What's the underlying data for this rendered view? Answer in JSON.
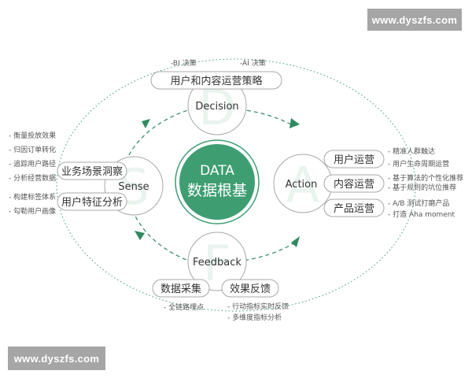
{
  "colors": {
    "green": "#3e9e72",
    "green_dark": "#2f8a60",
    "letter_fill": "#e9f4ee",
    "gray_line": "#a8a8a8",
    "text": "#333333"
  },
  "watermark": {
    "top": "www.dyszfs.com",
    "bottom": "www.dyszfs.com"
  },
  "center": {
    "line1": "DATA",
    "line2": "数据根基"
  },
  "decision": {
    "hub": "Decision",
    "letter": "D",
    "top_labels": [
      "-BI 决策",
      "-AI 决策"
    ],
    "box": "用户和内容运营策略"
  },
  "action": {
    "hub": "Action",
    "letter": "A",
    "boxes": [
      {
        "label": "用户运营",
        "notes": [
          "- 精准人群触达",
          "- 用户生命周期运营"
        ]
      },
      {
        "label": "内容运营",
        "notes": [
          "- 基于算法的个性化推荐",
          "- 基于规则的坑位推荐"
        ]
      },
      {
        "label": "产品运营",
        "notes": [
          "- A/B 测试打磨产品",
          "- 打造 Aha moment"
        ]
      }
    ]
  },
  "sense": {
    "hub": "Sense",
    "letter": "S",
    "boxes": [
      {
        "label": "业务场景洞察",
        "notes": [
          "- 衡量投放效果",
          "- 归因订单转化",
          "- 追踪用户路径",
          "- 分析经营数据"
        ]
      },
      {
        "label": "用户特征分析",
        "notes": [
          "- 构建标签体系",
          "- 勾勒用户画像"
        ]
      }
    ]
  },
  "feedback": {
    "hub": "Feedback",
    "letter": "F",
    "boxes": [
      {
        "label": "数据采集",
        "notes": [
          "- 全链路埋点"
        ]
      },
      {
        "label": "效果反馈",
        "notes": [
          "- 行动指标实时反馈",
          "- 多维度指标分析"
        ]
      }
    ]
  }
}
